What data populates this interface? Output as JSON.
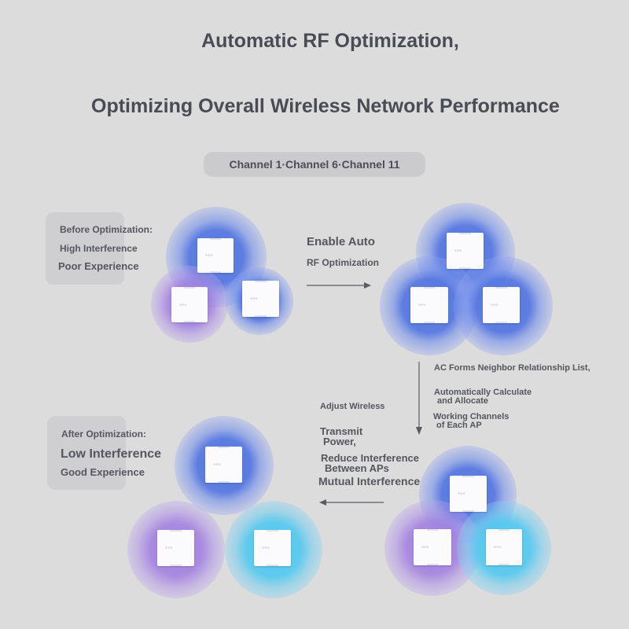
{
  "titles": {
    "line1": "Automatic RF Optimization,",
    "line2": "Optimizing Overall Wireless Network Performance"
  },
  "channels_pill": "Channel 1·Channel 6·Channel 11",
  "before": {
    "line1": "Before Optimization:",
    "line2": "High Interference",
    "line3": "Poor Experience"
  },
  "enable": {
    "line1": "Enable Auto",
    "line2": "RF Optimization"
  },
  "ac_steps": {
    "step1": "AC Forms Neighbor Relationship List,",
    "step2a": "Automatically Calculate",
    "step2b": "and Allocate",
    "step3a": "Working Channels",
    "step3b": "of Each AP"
  },
  "adjust": {
    "line1": "Adjust Wireless",
    "line2a": "Transmit",
    "line2b": "Power,",
    "line3a": "Reduce Interference",
    "line3b": "Between APs",
    "line4": "Mutual Interference"
  },
  "after": {
    "line1": "After Optimization:",
    "line2": "Low Interference",
    "line3": "Good Experience"
  },
  "colors": {
    "background": "#dcdcdd",
    "text": "#4a4c53",
    "blue_coverage": "#5073e1",
    "purple_coverage": "#a078e1",
    "cyan_coverage": "#46c3f0"
  },
  "icons": [
    "access-point-icon",
    "arrow-right-icon",
    "arrow-down-icon",
    "arrow-left-icon"
  ]
}
